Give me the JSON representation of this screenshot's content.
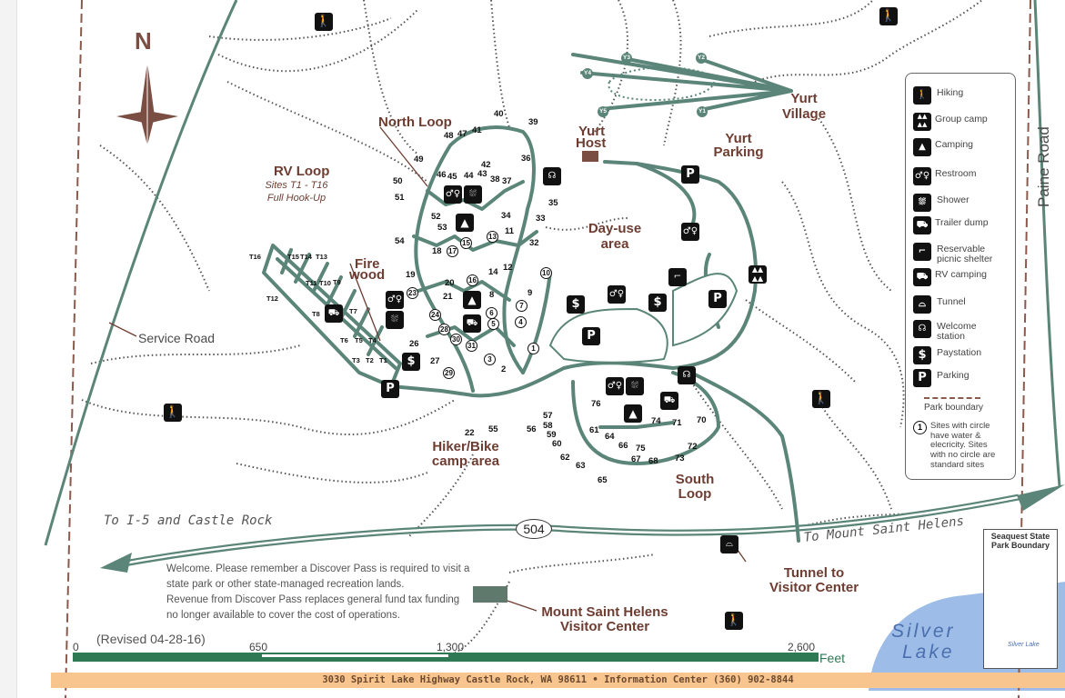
{
  "map": {
    "compass_letter": "N",
    "labels": {
      "north_loop": "North Loop",
      "rv_loop": "RV Loop",
      "rv_sites": "Sites T1 - T16",
      "rv_hookup": "Full Hook-Up",
      "fire": "Fire",
      "wood": "wood",
      "day_use_1": "Day-use",
      "day_use_2": "area",
      "yurt_host_1": "Yurt",
      "yurt_host_2": "Host",
      "yurt_parking_1": "Yurt",
      "yurt_parking_2": "Parking",
      "yurt_village_1": "Yurt",
      "yurt_village_2": "Village",
      "hiker_1": "Hiker/Bike",
      "hiker_2": "camp area",
      "south_1": "South",
      "south_2": "Loop",
      "tunnel_1": "Tunnel to",
      "tunnel_2": "Visitor Center",
      "msh_1": "Mount Saint Helens",
      "msh_2": "Visitor Center",
      "service_road": "Service Road",
      "paine_road": "Paine Road",
      "to_i5": "To I-5 and Castle Rock",
      "to_msh": "To Mount Saint Helens",
      "hwy": "504",
      "lake_1": "Silver",
      "lake_2": "Lake"
    },
    "sites_plain": [
      "48",
      "47",
      "41",
      "40",
      "39",
      "42",
      "43",
      "49",
      "46",
      "45",
      "44",
      "38",
      "37",
      "36",
      "50",
      "51",
      "35",
      "52",
      "53",
      "34",
      "33",
      "11",
      "54",
      "18",
      "32",
      "19",
      "20",
      "14",
      "12",
      "8",
      "21",
      "9",
      "27",
      "26",
      "2",
      "22",
      "55",
      "56",
      "57",
      "58",
      "59",
      "60",
      "61",
      "62",
      "63",
      "64",
      "65",
      "66",
      "67",
      "68",
      "73",
      "72",
      "75",
      "74",
      "71",
      "70",
      "76"
    ],
    "sites_circle": [
      "17",
      "15",
      "13",
      "10",
      "16",
      "23",
      "7",
      "6",
      "24",
      "5",
      "4",
      "28",
      "30",
      "31",
      "3",
      "1",
      "29"
    ],
    "sites_trailer": [
      "T16",
      "T15",
      "T14",
      "T13",
      "T12",
      "T11",
      "T10",
      "T9",
      "T8",
      "T7",
      "T6",
      "T5",
      "T4",
      "T3",
      "T2",
      "T1"
    ],
    "yurts": [
      "Y1",
      "Y2",
      "Y3",
      "Y4",
      "Y5"
    ]
  },
  "legend": {
    "items": [
      "Hiking",
      "Group camp",
      "Camping",
      "Restroom",
      "Shower",
      "Trailer dump",
      "Reservable picnic shelter",
      "RV camping",
      "Tunnel",
      "Welcome station",
      "Paystation",
      "Parking"
    ],
    "boundary": "Park boundary",
    "circle_sample": "1",
    "circle_note": "Sites with circle have water & elecricity. Sites with no circle are standard sites"
  },
  "inset": {
    "title_1": "Seaquest State",
    "title_2": "Park Boundary",
    "lake": "Silver Lake"
  },
  "notes": {
    "line1": "Welcome. Please remember a Discover Pass is required to visit a",
    "line2": "state park or other state-managed recreation lands.",
    "line3": "Revenue from Discover Pass replaces general fund tax funding",
    "line4": "no longer available to cover the cost of operations."
  },
  "revised": "(Revised 04-28-16)",
  "scale": {
    "labels": [
      "0",
      "650",
      "1,300",
      "2,600"
    ],
    "unit": "Feet"
  },
  "footer": "3030 Spirit Lake Highway Castle Rock, WA 98611  •  Information Center (360) 902-8844",
  "colors": {
    "road": "#5b8578",
    "label": "#6e3d32",
    "boundary": "#8b5a4d",
    "footer": "#f9c58f",
    "lake": "#9dbde8"
  }
}
